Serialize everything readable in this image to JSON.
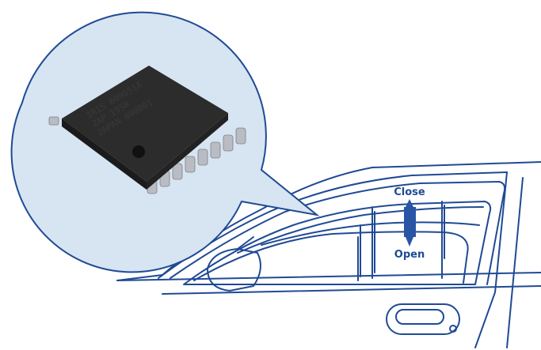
{
  "chip_marking": {
    "line1": "IRIS 009051A",
    "line2": "2AP 1950",
    "line3": "JAPAN 000001"
  },
  "window_labels": {
    "close": "Close",
    "open": "Open"
  },
  "colors": {
    "line": "#1f4a95",
    "bubble": "#d7e4f1",
    "chip": "#2b2b2b"
  }
}
